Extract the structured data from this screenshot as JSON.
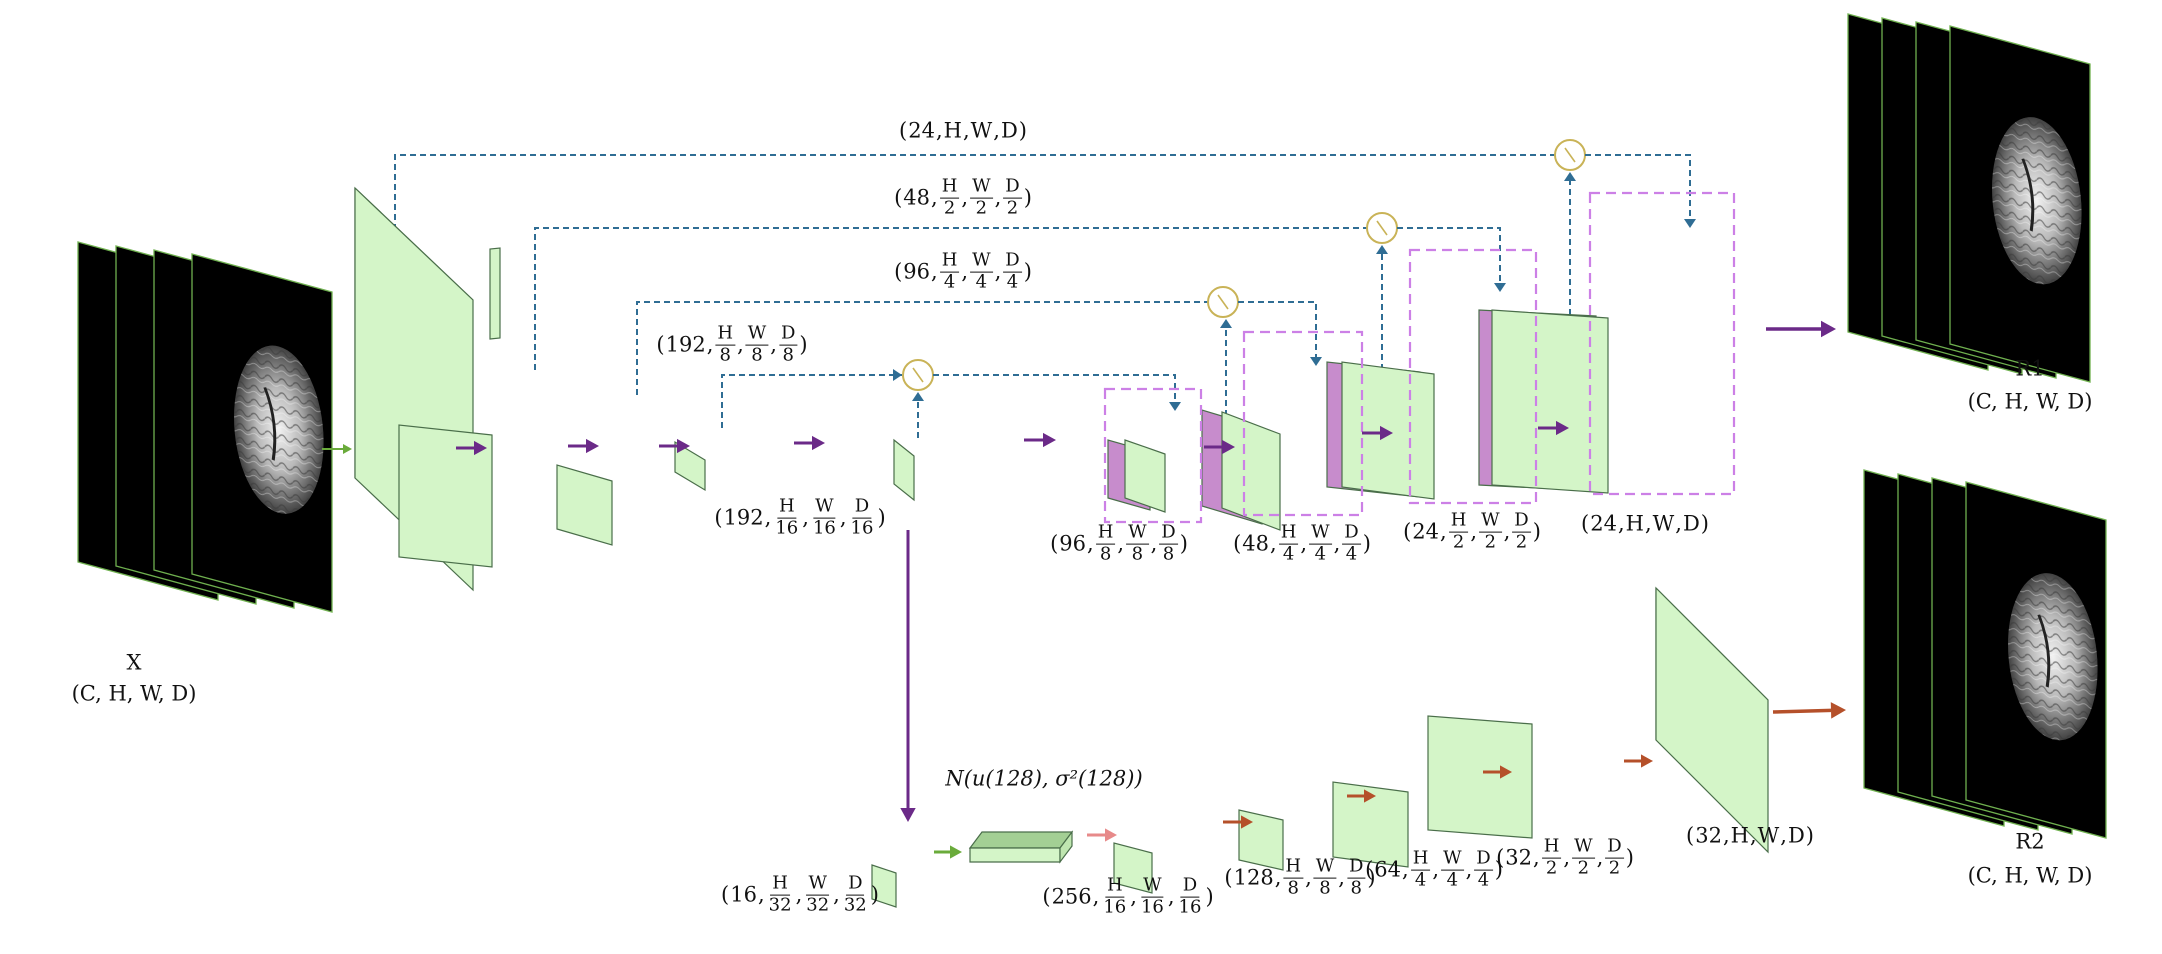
{
  "input": {
    "name": "X",
    "shape": "(C, H, W, D)"
  },
  "outputs": [
    {
      "name": "R1",
      "shape": "(C, H, W, D)"
    },
    {
      "name": "R2",
      "shape": "(C, H, W, D)"
    }
  ],
  "skip_labels": [
    {
      "ch": "24",
      "dims": [
        "H",
        "W",
        "D"
      ],
      "div": ""
    },
    {
      "ch": "48",
      "dims": [
        "H",
        "W",
        "D"
      ],
      "div": "2"
    },
    {
      "ch": "96",
      "dims": [
        "H",
        "W",
        "D"
      ],
      "div": "4"
    },
    {
      "ch": "192",
      "dims": [
        "H",
        "W",
        "D"
      ],
      "div": "8"
    }
  ],
  "encoder_labels": [
    {
      "ch": "192",
      "dims": [
        "H",
        "W",
        "D"
      ],
      "div": "16"
    }
  ],
  "decoder_labels": [
    {
      "ch": "96",
      "dims": [
        "H",
        "W",
        "D"
      ],
      "div": "8"
    },
    {
      "ch": "48",
      "dims": [
        "H",
        "W",
        "D"
      ],
      "div": "4"
    },
    {
      "ch": "24",
      "dims": [
        "H",
        "W",
        "D"
      ],
      "div": "2"
    },
    {
      "ch": "24",
      "dims": [
        "H",
        "W",
        "D"
      ],
      "div": ""
    }
  ],
  "vae_labels": [
    {
      "ch": "16",
      "dims": [
        "H",
        "W",
        "D"
      ],
      "div": "32"
    },
    {
      "ch": "256",
      "dims": [
        "H",
        "W",
        "D"
      ],
      "div": "16"
    },
    {
      "ch": "128",
      "dims": [
        "H",
        "W",
        "D"
      ],
      "div": "8"
    },
    {
      "ch": "64",
      "dims": [
        "H",
        "W",
        "D"
      ],
      "div": "4"
    },
    {
      "ch": "32",
      "dims": [
        "H",
        "W",
        "D"
      ],
      "div": "2"
    },
    {
      "ch": "32",
      "dims": [
        "H",
        "W",
        "D"
      ],
      "div": ""
    }
  ],
  "distribution_label": "N(u(128), σ²(128))",
  "colors": {
    "block_front": "#d4f5c8",
    "block_top": "#a3cf94",
    "block_side": "#bfe6b0",
    "block_edge": "#4a6e4a",
    "concat_pink": "#e2a9e6",
    "dashed_box": "#cc80e6",
    "skip_line": "#2f6d94",
    "sum_circle": "#c9b357",
    "encoder_arrow": "#6b2a88",
    "vae_arrow": "#b5502a",
    "green_arrow": "#6aab3b",
    "pink_arrow": "#e78a8a",
    "mri_bg": "#000000",
    "mri_border": "#6fb04f"
  }
}
